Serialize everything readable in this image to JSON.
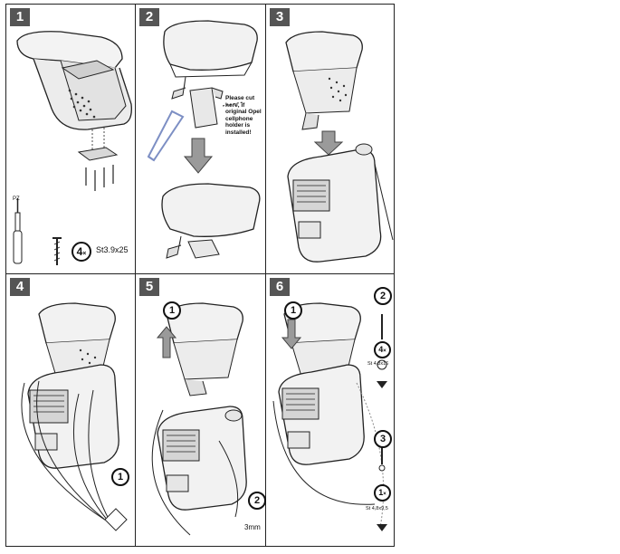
{
  "steps": [
    "1",
    "2",
    "3",
    "4",
    "5",
    "6"
  ],
  "panel1": {
    "tool_mark": "PZ",
    "qty_label": "4",
    "qty_suffix": "×",
    "screw_spec": "St3.9x25"
  },
  "panel2": {
    "note": "Please cut here, if original Opel cellphone holder is installed!"
  },
  "panel4": {
    "callout_number": "1"
  },
  "panel5": {
    "callout_1": "1",
    "callout_2": "2",
    "tool_size": "3mm"
  },
  "panel6": {
    "callout_1": "1",
    "callout_2": "2",
    "qty_2": "4",
    "qty_2_suffix": "×",
    "screw_2": "St 4,8x16",
    "callout_3": "3",
    "qty_3": "1",
    "qty_3_suffix": "×",
    "screw_3": "St 4,8x9,5"
  },
  "colors": {
    "line": "#222222",
    "badge": "#555555",
    "saw_blue": "#7d8fc4",
    "arrow_gray": "#9a9a9a"
  }
}
